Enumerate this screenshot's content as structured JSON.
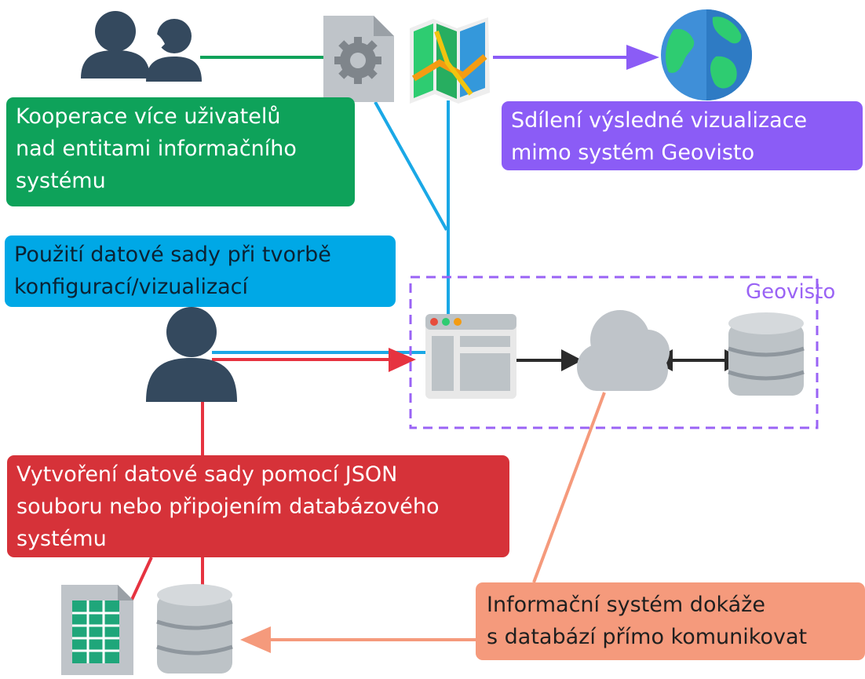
{
  "boxes": {
    "green": {
      "lines": [
        "Kooperace více uživatelů",
        "nad entitami informačního",
        "systému"
      ],
      "color": "#0ea25a"
    },
    "purple": {
      "lines": [
        "Sdílení výsledné vizualizace",
        "mimo systém Geovisto"
      ],
      "color": "#8b5cf6"
    },
    "blue": {
      "lines": [
        "Použití datové sady při tvorbě",
        "konfigurací/vizualizací"
      ],
      "color": "#00a8e6"
    },
    "red": {
      "lines": [
        "Vytvoření datové sady pomocí JSON",
        "souboru nebo připojením databázového",
        "systému"
      ],
      "color": "#d63239"
    },
    "salmon": {
      "lines": [
        "Informační systém dokáže",
        "s databází přímo komunikovat"
      ],
      "color": "#f59a7c"
    }
  },
  "geovisto_label": "Geovisto",
  "icons": [
    "users-group-icon",
    "settings-file-icon",
    "map-icon",
    "globe-icon",
    "user-icon",
    "browser-window-icon",
    "cloud-icon",
    "database-icon",
    "spreadsheet-file-icon",
    "database-icon-local"
  ],
  "colors": {
    "green": "#0ea25a",
    "purple": "#8b5cf6",
    "blue": "#00a8e6",
    "red": "#d63239",
    "salmon": "#f59a7c",
    "icon_dark": "#34495e",
    "icon_gray": "#bfc4c9"
  }
}
